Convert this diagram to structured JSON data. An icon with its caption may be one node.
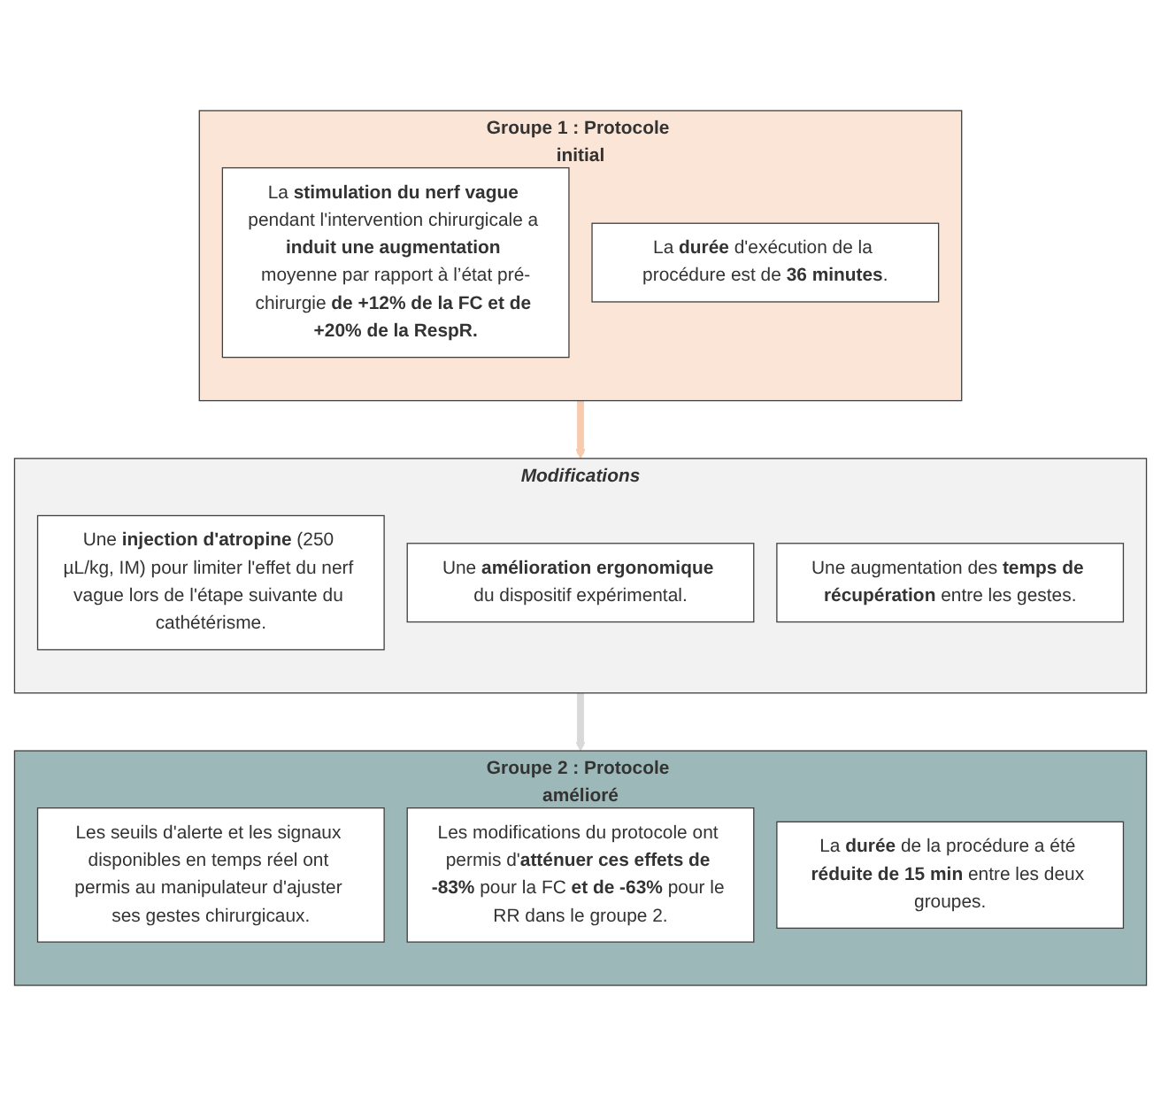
{
  "diagram": {
    "nodes": [
      {
        "text": [
          "Groupe 1 : Protocole initial"
        ]
      },
      {
        "text": [
          "La **stimulation du nerf vague** pendant l'intervention chirurgicale a **induit une augmentation** moyenne par rapport à l’état pré-chirurgie **de +12% de la FC et de +20% de la RespR.**"
        ],
        "in": 0
      },
      {
        "text": [
          "La **durée** d'exécution de la procédure est de **36 minutes**."
        ],
        "in": 0
      },
      {
        "text": [
          "Modifications"
        ]
      },
      {
        "text": [
          "Une **injection d'atropine** (250 µL/kg, IM) pour limiter l'effet du nerf vague lors de l'étape suivante du cathétérisme."
        ],
        "in": 3
      },
      {
        "text": [
          "Une **amélioration ergonomique** du dispositif expérimental."
        ],
        "in": 3
      },
      {
        "text": [
          "Une augmentation des **temps de récupération** entre les gestes."
        ],
        "in": 3
      },
      {
        "text": [
          "Groupe 2 : Protocole amélioré"
        ]
      },
      {
        "text": [
          "Les seuils d'alerte et les signaux disponibles en temps réel ont permis au manipulateur d'ajuster ses gestes chirurgicaux."
        ],
        "in": 7
      },
      {
        "text": [
          "Les modifications du protocole ont permis d'**atténuer ces effets de -83%** pour la FC **et de -63%** pour le RR dans le groupe 2."
        ],
        "in": 7
      },
      {
        "text": [
          "La **durée** de la procédure a été **réduite de 15 min** entre les deux groupes."
        ],
        "in": 7
      }
    ],
    "edges": [
      {
        "from": 0,
        "to": 3,
        "arrow": "to",
        "color": "#f8cbad"
      },
      {
        "from": 3,
        "to": 7,
        "arrow": "to",
        "color": "#d9d9d9"
      }
    ]
  }
}
